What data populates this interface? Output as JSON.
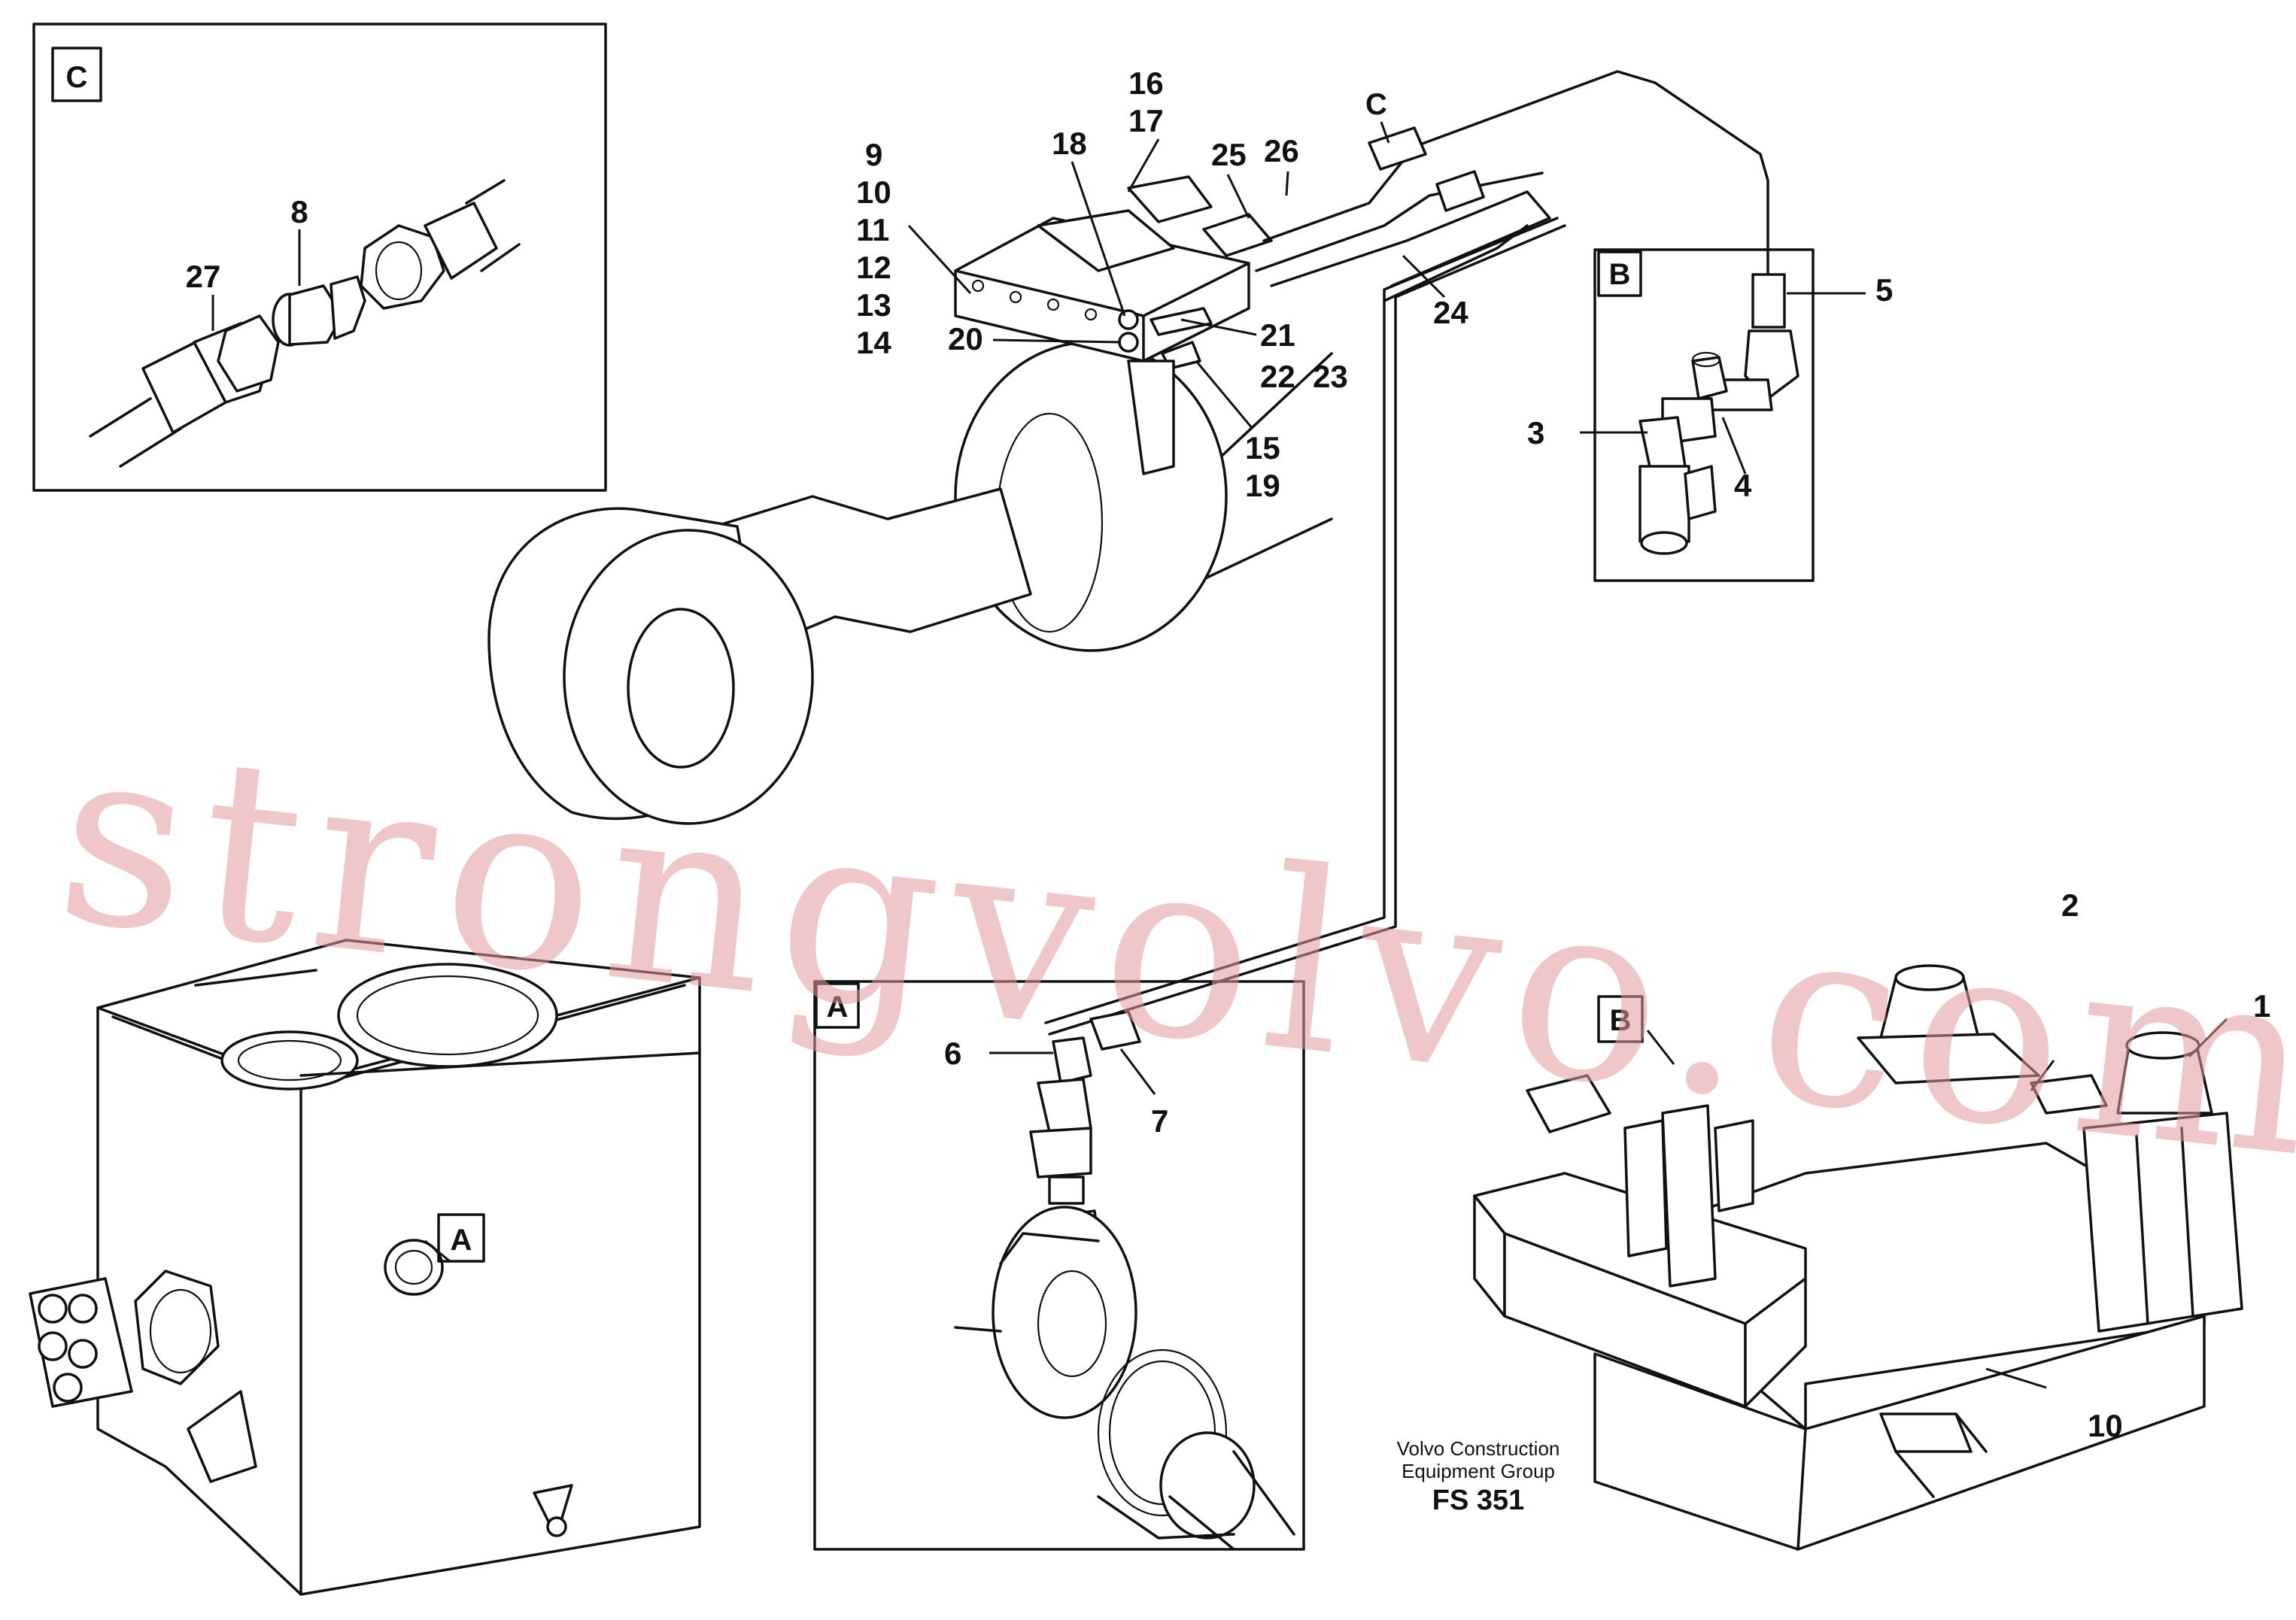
{
  "diagram": {
    "detail_letters": {
      "c_panel": "C",
      "b_panel": "B",
      "a_panel": "A",
      "a_tank": "A",
      "b_valve": "B",
      "c_hose": "C"
    },
    "labels": {
      "p27": "27",
      "p8": "8",
      "p9": "9",
      "p10_top": "10",
      "p11": "11",
      "p12": "12",
      "p13": "13",
      "p14": "14",
      "p16": "16",
      "p17": "17",
      "p18": "18",
      "p25": "25",
      "p26": "26",
      "p20": "20",
      "p21": "21",
      "p22": "22",
      "p23": "23",
      "p15": "15",
      "p19": "19",
      "p24": "24",
      "p5": "5",
      "p3": "3",
      "p4": "4",
      "p6": "6",
      "p7": "7",
      "p2": "2",
      "p1": "1",
      "p10_bottom": "10"
    },
    "credit": {
      "line1": "Volvo Construction",
      "line2": "Equipment Group",
      "code": "FS 351"
    },
    "watermark": "strongvolvo.com"
  }
}
